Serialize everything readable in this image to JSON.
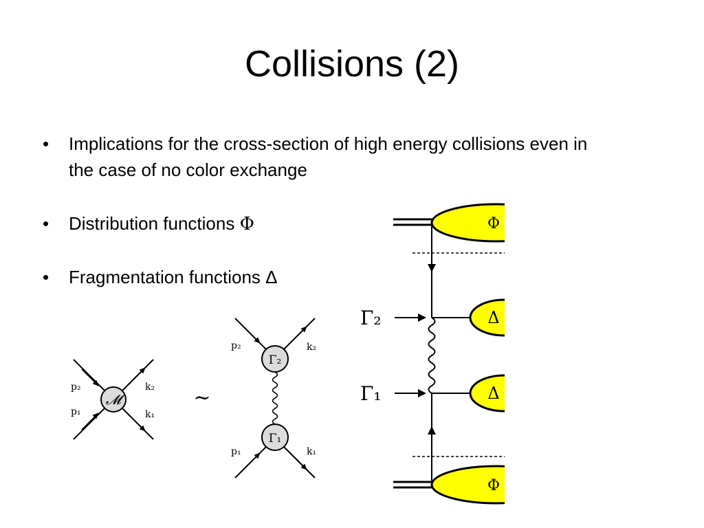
{
  "slide": {
    "title": "Collisions (2)",
    "bullets": [
      {
        "marker": "•",
        "text": "Implications for the cross-section of high energy collisions even in the case of no color exchange"
      },
      {
        "marker": "•",
        "text": "Distribution functions",
        "symbol": "Φ"
      },
      {
        "marker": "•",
        "text": "Fragmentation functions",
        "symbol": "Δ"
      }
    ]
  },
  "diagram_left": {
    "vertex_label": "𝓜",
    "p2": "p₂",
    "p1": "p₁",
    "k2": "k₂",
    "k1": "k₁"
  },
  "similar_symbol": "~",
  "diagram_middle": {
    "top_vertex": "Γ₂",
    "bottom_vertex": "Γ₁",
    "p2": "p₂",
    "p1": "p₁",
    "k2": "k₂",
    "k1": "k₁"
  },
  "diagram_right": {
    "gamma2": "Γ₂",
    "gamma1": "Γ₁",
    "phi_top": "Φ",
    "delta_top": "Δ",
    "delta_bottom": "Δ",
    "phi_bottom": "Φ",
    "fill_color": "#ffff00"
  }
}
